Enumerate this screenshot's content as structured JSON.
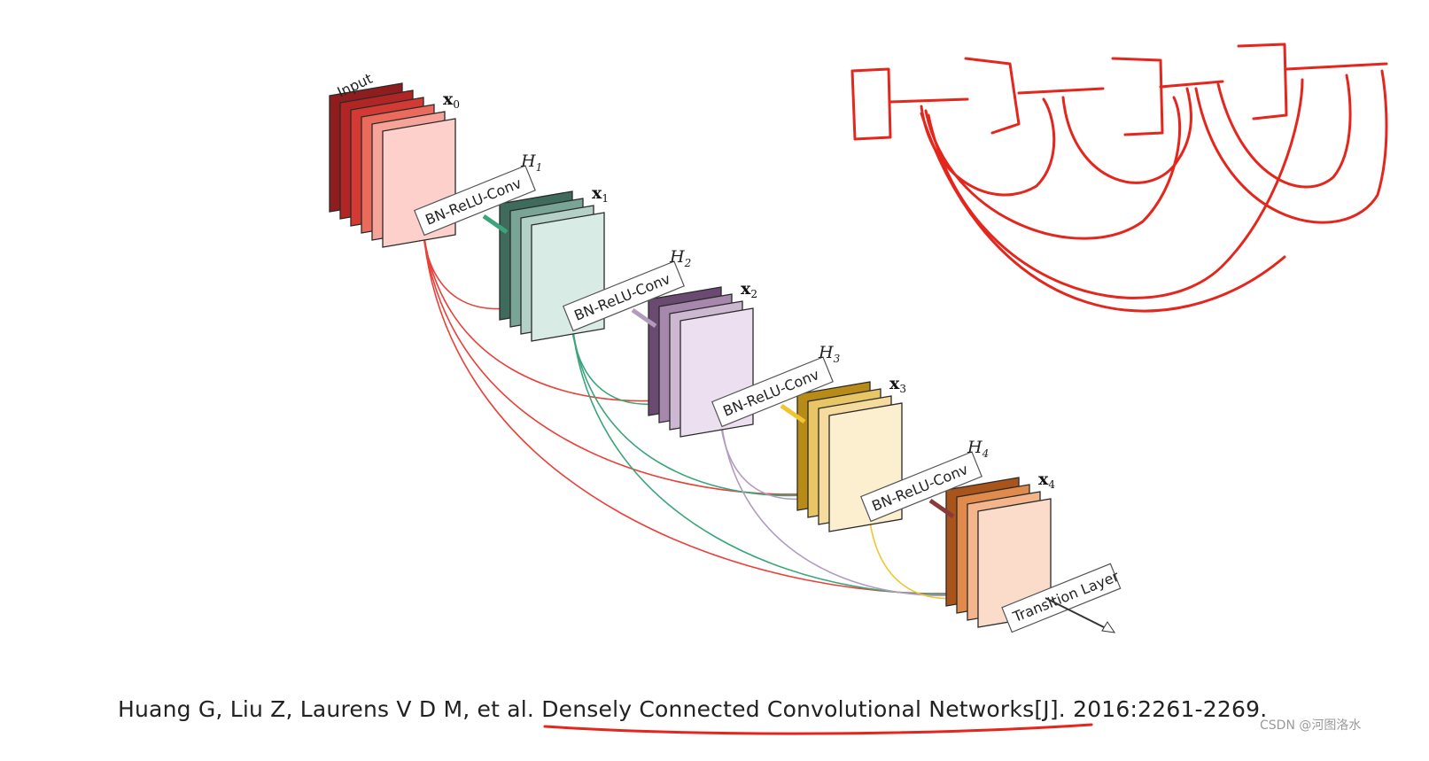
{
  "figure": {
    "input_label": "Input",
    "layer_label": "BN-ReLU-Conv",
    "transition_label": "Transition Layer",
    "h_symbol": "H",
    "x_symbol": "x",
    "blocks": [
      {
        "x_sub": "0",
        "h_sub": "",
        "colors": [
          "#8f1d1d",
          "#b22525",
          "#d23a33",
          "#ea6a5c",
          "#f6a49a",
          "#fdd0cb"
        ],
        "link": "#e8413a"
      },
      {
        "x_sub": "1",
        "h_sub": "1",
        "colors": [
          "#3f6b5c",
          "#79a596",
          "#b3d1c6",
          "#d9ebe5"
        ],
        "link": "#3aa57b"
      },
      {
        "x_sub": "2",
        "h_sub": "2",
        "colors": [
          "#6b4a72",
          "#a688ad",
          "#cdb8d1",
          "#ecdff0"
        ],
        "link": "#b29bbd"
      },
      {
        "x_sub": "3",
        "h_sub": "3",
        "colors": [
          "#b88b17",
          "#e8c565",
          "#f5dc9e",
          "#fcefcf"
        ],
        "link": "#f2c430"
      },
      {
        "x_sub": "4",
        "h_sub": "4",
        "colors": [
          "#a9541a",
          "#e08a4c",
          "#f4b48c",
          "#fbdccb"
        ],
        "link": "#8a3a3a"
      }
    ]
  },
  "annotation": {
    "stroke": "#e4261c"
  },
  "citation": {
    "text": "Huang G, Liu Z, Laurens V D M, et al. Densely Connected Convolutional Networks[J]. 2016:2261-2269."
  },
  "watermark": "CSDN @河图洛水"
}
